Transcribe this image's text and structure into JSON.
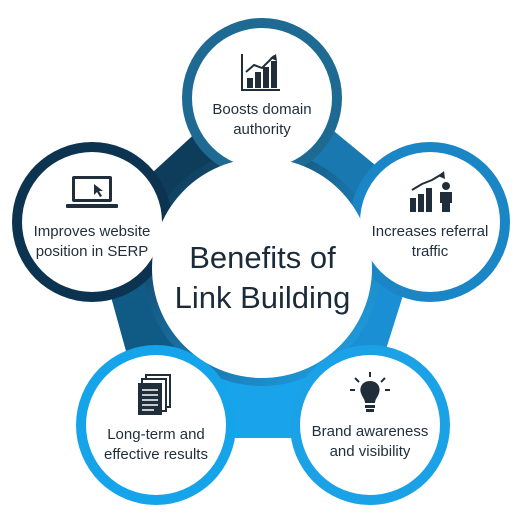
{
  "title_lines": [
    "Benefits of",
    "Link Building"
  ],
  "benefits": [
    {
      "lines": [
        "Boosts domain",
        "authority"
      ],
      "icon": "bar-chart-up-icon",
      "color": "#1f6d97"
    },
    {
      "lines": [
        "Increases referral",
        "traffic"
      ],
      "icon": "growth-person-icon",
      "color": "#1b86c5"
    },
    {
      "lines": [
        "Brand awareness",
        "and visibility"
      ],
      "icon": "lightbulb-icon",
      "color": "#1aa1e6"
    },
    {
      "lines": [
        "Long-term and",
        "effective results"
      ],
      "icon": "documents-icon",
      "color": "#15a4ea"
    },
    {
      "lines": [
        "Improves website",
        "position in SERP"
      ],
      "icon": "laptop-cursor-icon",
      "color": "#0f3d5a"
    }
  ]
}
